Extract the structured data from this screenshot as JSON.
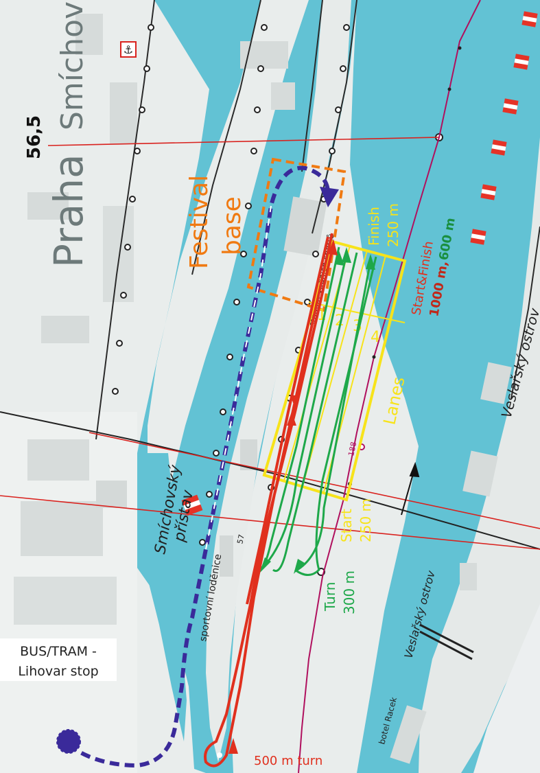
{
  "colors": {
    "water": "#62c2d4",
    "land": "#e9edec",
    "land_alt": "#dfe4e3",
    "grid_red": "#d9221e",
    "route_red": "#e0301e",
    "walk_blue": "#3a2a9a",
    "lanes_green": "#1ea84a",
    "lane_yellow": "#f7e31a",
    "base_orange": "#f07a12",
    "map_text": "#6d7a7a"
  },
  "map_labels": {
    "coord": "56,5",
    "praha": "Praha",
    "smichov": "Smíchov",
    "smichovsky_pristav_1": "Smíchovský",
    "smichovsky_pristav_2": "přístav",
    "veslarsky_ostrov_1": "Veslařský ostrov",
    "veslarsky_ostrov_2": "Veslařský ostrov",
    "sportovni_lodenice": "sportovní loděnice",
    "botel": "botel Racek",
    "stadion": "stadion vodních sportů",
    "km_188": "188",
    "km_57": "57"
  },
  "annotations": {
    "festival_1": "Festival",
    "festival_2": "base",
    "finish_1": "Finish",
    "finish_2": "250 m",
    "start_finish_1": "Start&Finish",
    "start_finish_2a": "1000 m,",
    "start_finish_2b": "600 m",
    "start_1": "Start",
    "start_2": "250 m",
    "turn_1": "Turn",
    "turn_2": "300 m",
    "lanes": "Lanes",
    "turn_500": "500 m turn",
    "bus_1": "BUS/TRAM -",
    "bus_2": "Lihovar stop",
    "lane_nums": [
      "1",
      "2",
      "3",
      "4"
    ]
  }
}
